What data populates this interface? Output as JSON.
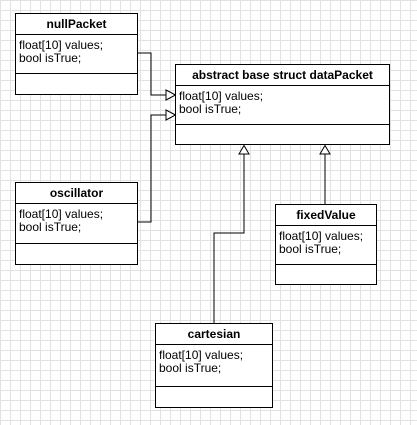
{
  "diagram": {
    "classes": {
      "base": {
        "name": "abstract base struct dataPacket",
        "attributes": [
          "float[10] values;",
          "bool isTrue;"
        ]
      },
      "null_packet": {
        "name": "nullPacket",
        "attributes": [
          "float[10] values;",
          "bool isTrue;"
        ]
      },
      "oscillator": {
        "name": "oscillator",
        "attributes": [
          "float[10] values;",
          "bool isTrue;"
        ]
      },
      "fixed_value": {
        "name": "fixedValue",
        "attributes": [
          "float[10] values;",
          "bool isTrue;"
        ]
      },
      "cartesian": {
        "name": "cartesian",
        "attributes": [
          "float[10] values;",
          "bool isTrue;"
        ]
      }
    },
    "relations": [
      {
        "type": "generalization",
        "from": "nullPacket",
        "to": "abstract base struct dataPacket"
      },
      {
        "type": "generalization",
        "from": "oscillator",
        "to": "abstract base struct dataPacket"
      },
      {
        "type": "generalization",
        "from": "cartesian",
        "to": "abstract base struct dataPacket"
      },
      {
        "type": "generalization",
        "from": "fixedValue",
        "to": "abstract base struct dataPacket"
      }
    ],
    "colors": {
      "background": "#ffffff",
      "grid": "#e2e2e2",
      "line": "#000000"
    }
  }
}
